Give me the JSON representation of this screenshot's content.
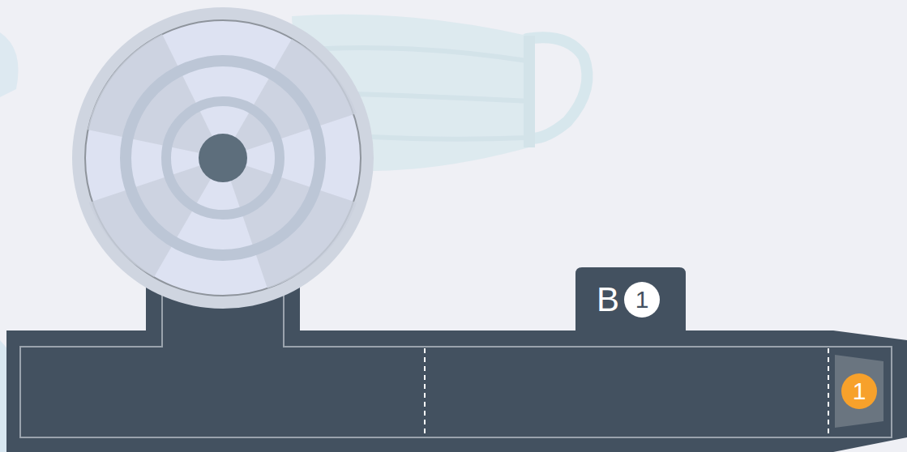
{
  "diagram": {
    "nodes": [
      {
        "text": [
          "B"
        ]
      },
      {
        "text": [
          "1"
        ],
        "in": 0
      },
      {
        "text": [
          "1"
        ]
      }
    ]
  }
}
